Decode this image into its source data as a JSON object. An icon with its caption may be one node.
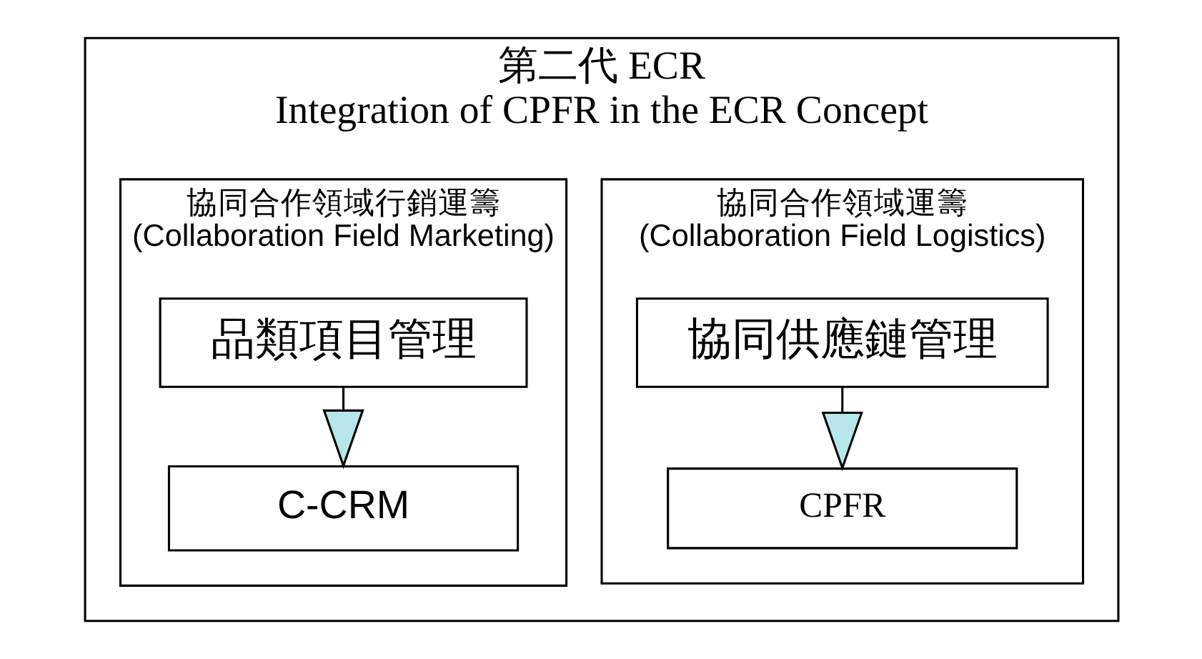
{
  "diagram": {
    "nodes": [
      {
        "text": [
          "第二代 ECR",
          "Integration of CPFR in the ECR Concept"
        ]
      },
      {
        "text": [
          "協同合作領域運籌",
          "(Collaboration Field Logistics)"
        ],
        "in": 0
      },
      {
        "text": [
          "協同供應鏈管理"
        ],
        "in": 1
      },
      {
        "text": [
          "CPFR"
        ],
        "in": 1
      },
      {
        "text": [
          "協同合作領域行銷運籌",
          "(Collaboration Field Marketing)"
        ],
        "in": 0
      },
      {
        "text": [
          "品類項目管理"
        ],
        "in": 4
      },
      {
        "text": [
          "C-CRM"
        ],
        "in": 4
      }
    ],
    "edges": [
      {
        "from": 2,
        "to": 3,
        "arrow": "to"
      },
      {
        "from": 5,
        "to": 6,
        "arrow": "to"
      }
    ]
  }
}
